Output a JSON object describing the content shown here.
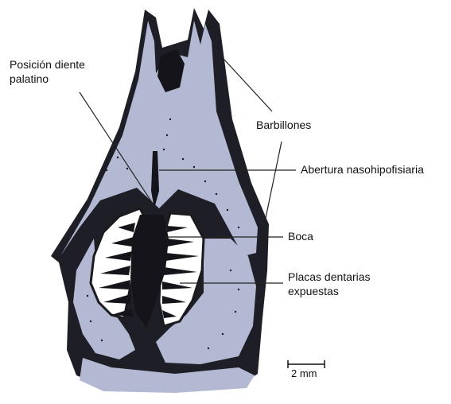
{
  "labels": {
    "palatine_tooth_line1": "Posición diente",
    "palatine_tooth_line2": "palatino",
    "barbels": "Barbillones",
    "nasohypophyseal_opening": "Abertura nasohipofisiaria",
    "mouth": "Boca",
    "tooth_plates_line1": "Placas dentarias",
    "tooth_plates_line2": "expuestas"
  },
  "scale_bar": {
    "label": "2 mm"
  },
  "colors": {
    "fill": "#b4b9d3",
    "ink": "#1a1a1f",
    "line": "#222222"
  }
}
